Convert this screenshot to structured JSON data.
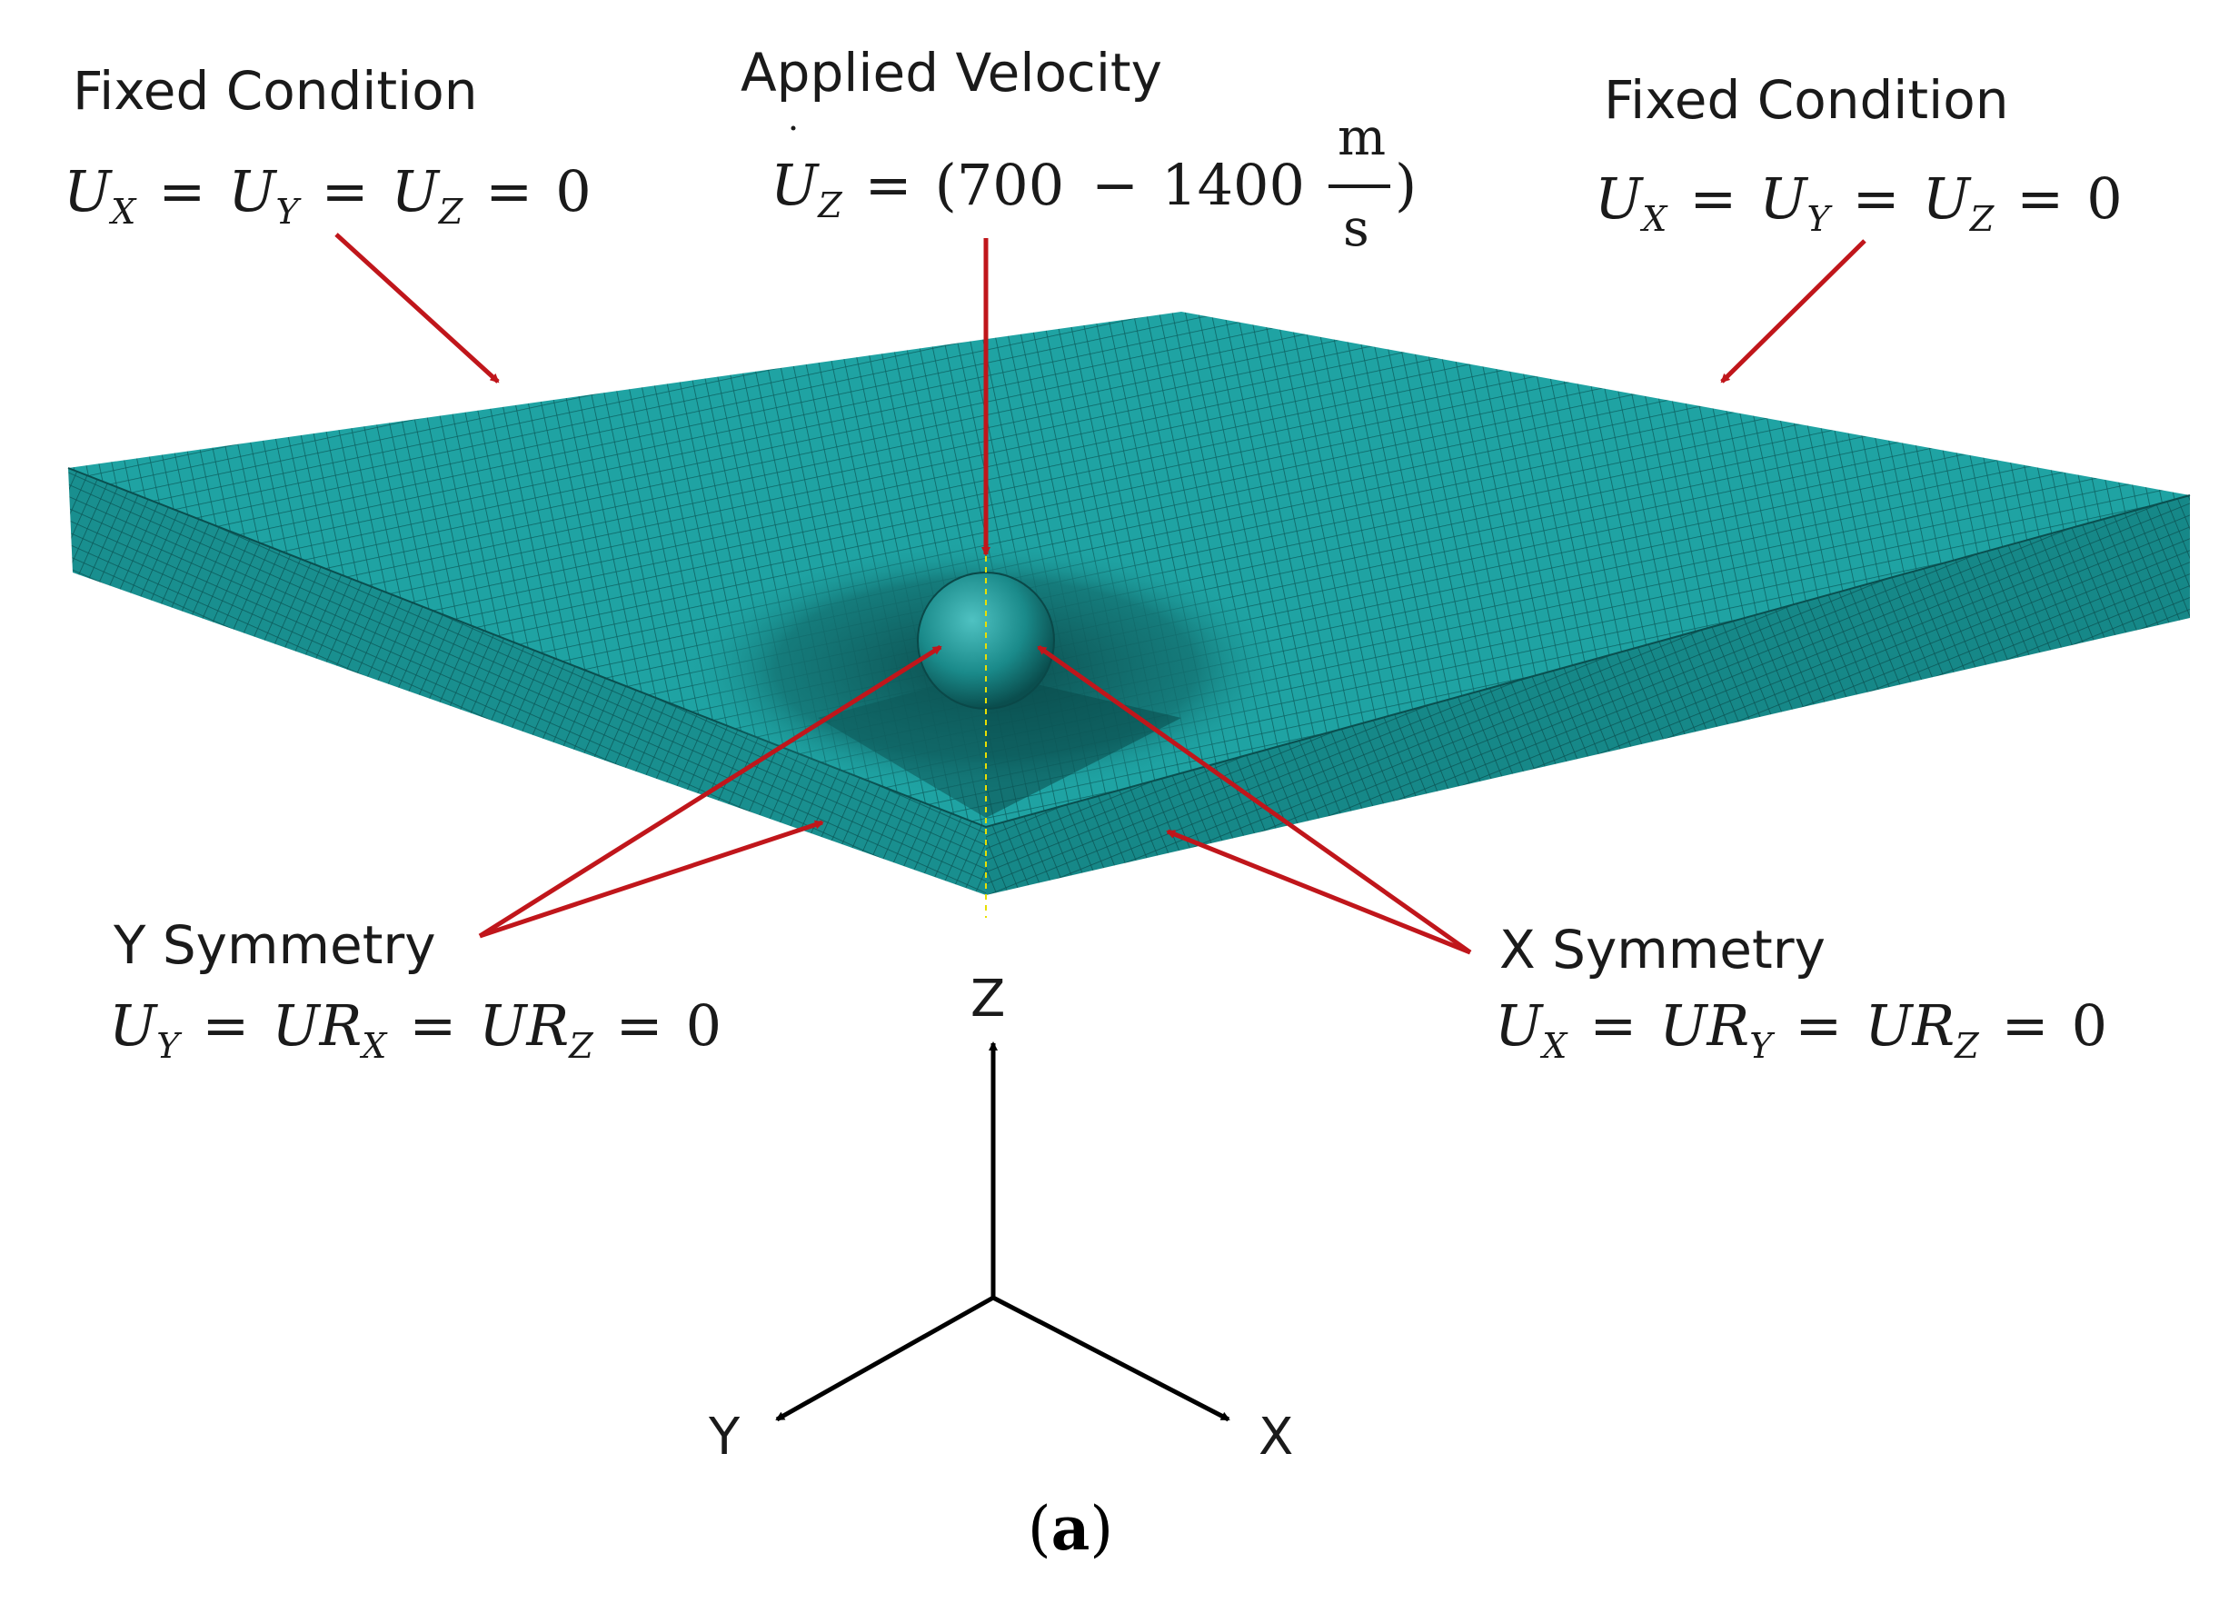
{
  "colors": {
    "plate_top": "#1fa3a3",
    "plate_left": "#178c8c",
    "plate_right": "#148585",
    "mesh_line": "#0a4f4f",
    "arrow": "#c0161b",
    "axis": "#000000",
    "center_line": "#e8e000"
  },
  "top_left": {
    "title": "Fixed Condition",
    "u": "U",
    "sx": "X",
    "eq": "=",
    "sy": "Y",
    "sz": "Z",
    "zero": "0"
  },
  "top_center": {
    "title": "Applied Velocity",
    "u": "U",
    "sz": "Z",
    "eq": "=",
    "open": "(",
    "v1": "700",
    "dash": "−",
    "v2": "1400",
    "num": "m",
    "den": "s",
    "close": ")"
  },
  "top_right": {
    "title": "Fixed Condition",
    "u": "U",
    "sx": "X",
    "eq": "=",
    "sy": "Y",
    "sz": "Z",
    "zero": "0"
  },
  "bottom_left": {
    "title": "Y Symmetry",
    "u": "U",
    "sy": "Y",
    "eq": "=",
    "ur": "UR",
    "sx": "X",
    "sz": "Z",
    "zero": "0"
  },
  "bottom_right": {
    "title": "X Symmetry",
    "u": "U",
    "sx": "X",
    "eq": "=",
    "ur": "UR",
    "sy": "Y",
    "sz": "Z",
    "zero": "0"
  },
  "axes": {
    "x": "X",
    "y": "Y",
    "z": "Z"
  },
  "caption": {
    "open": "(",
    "letter": "a",
    "close": ")"
  }
}
